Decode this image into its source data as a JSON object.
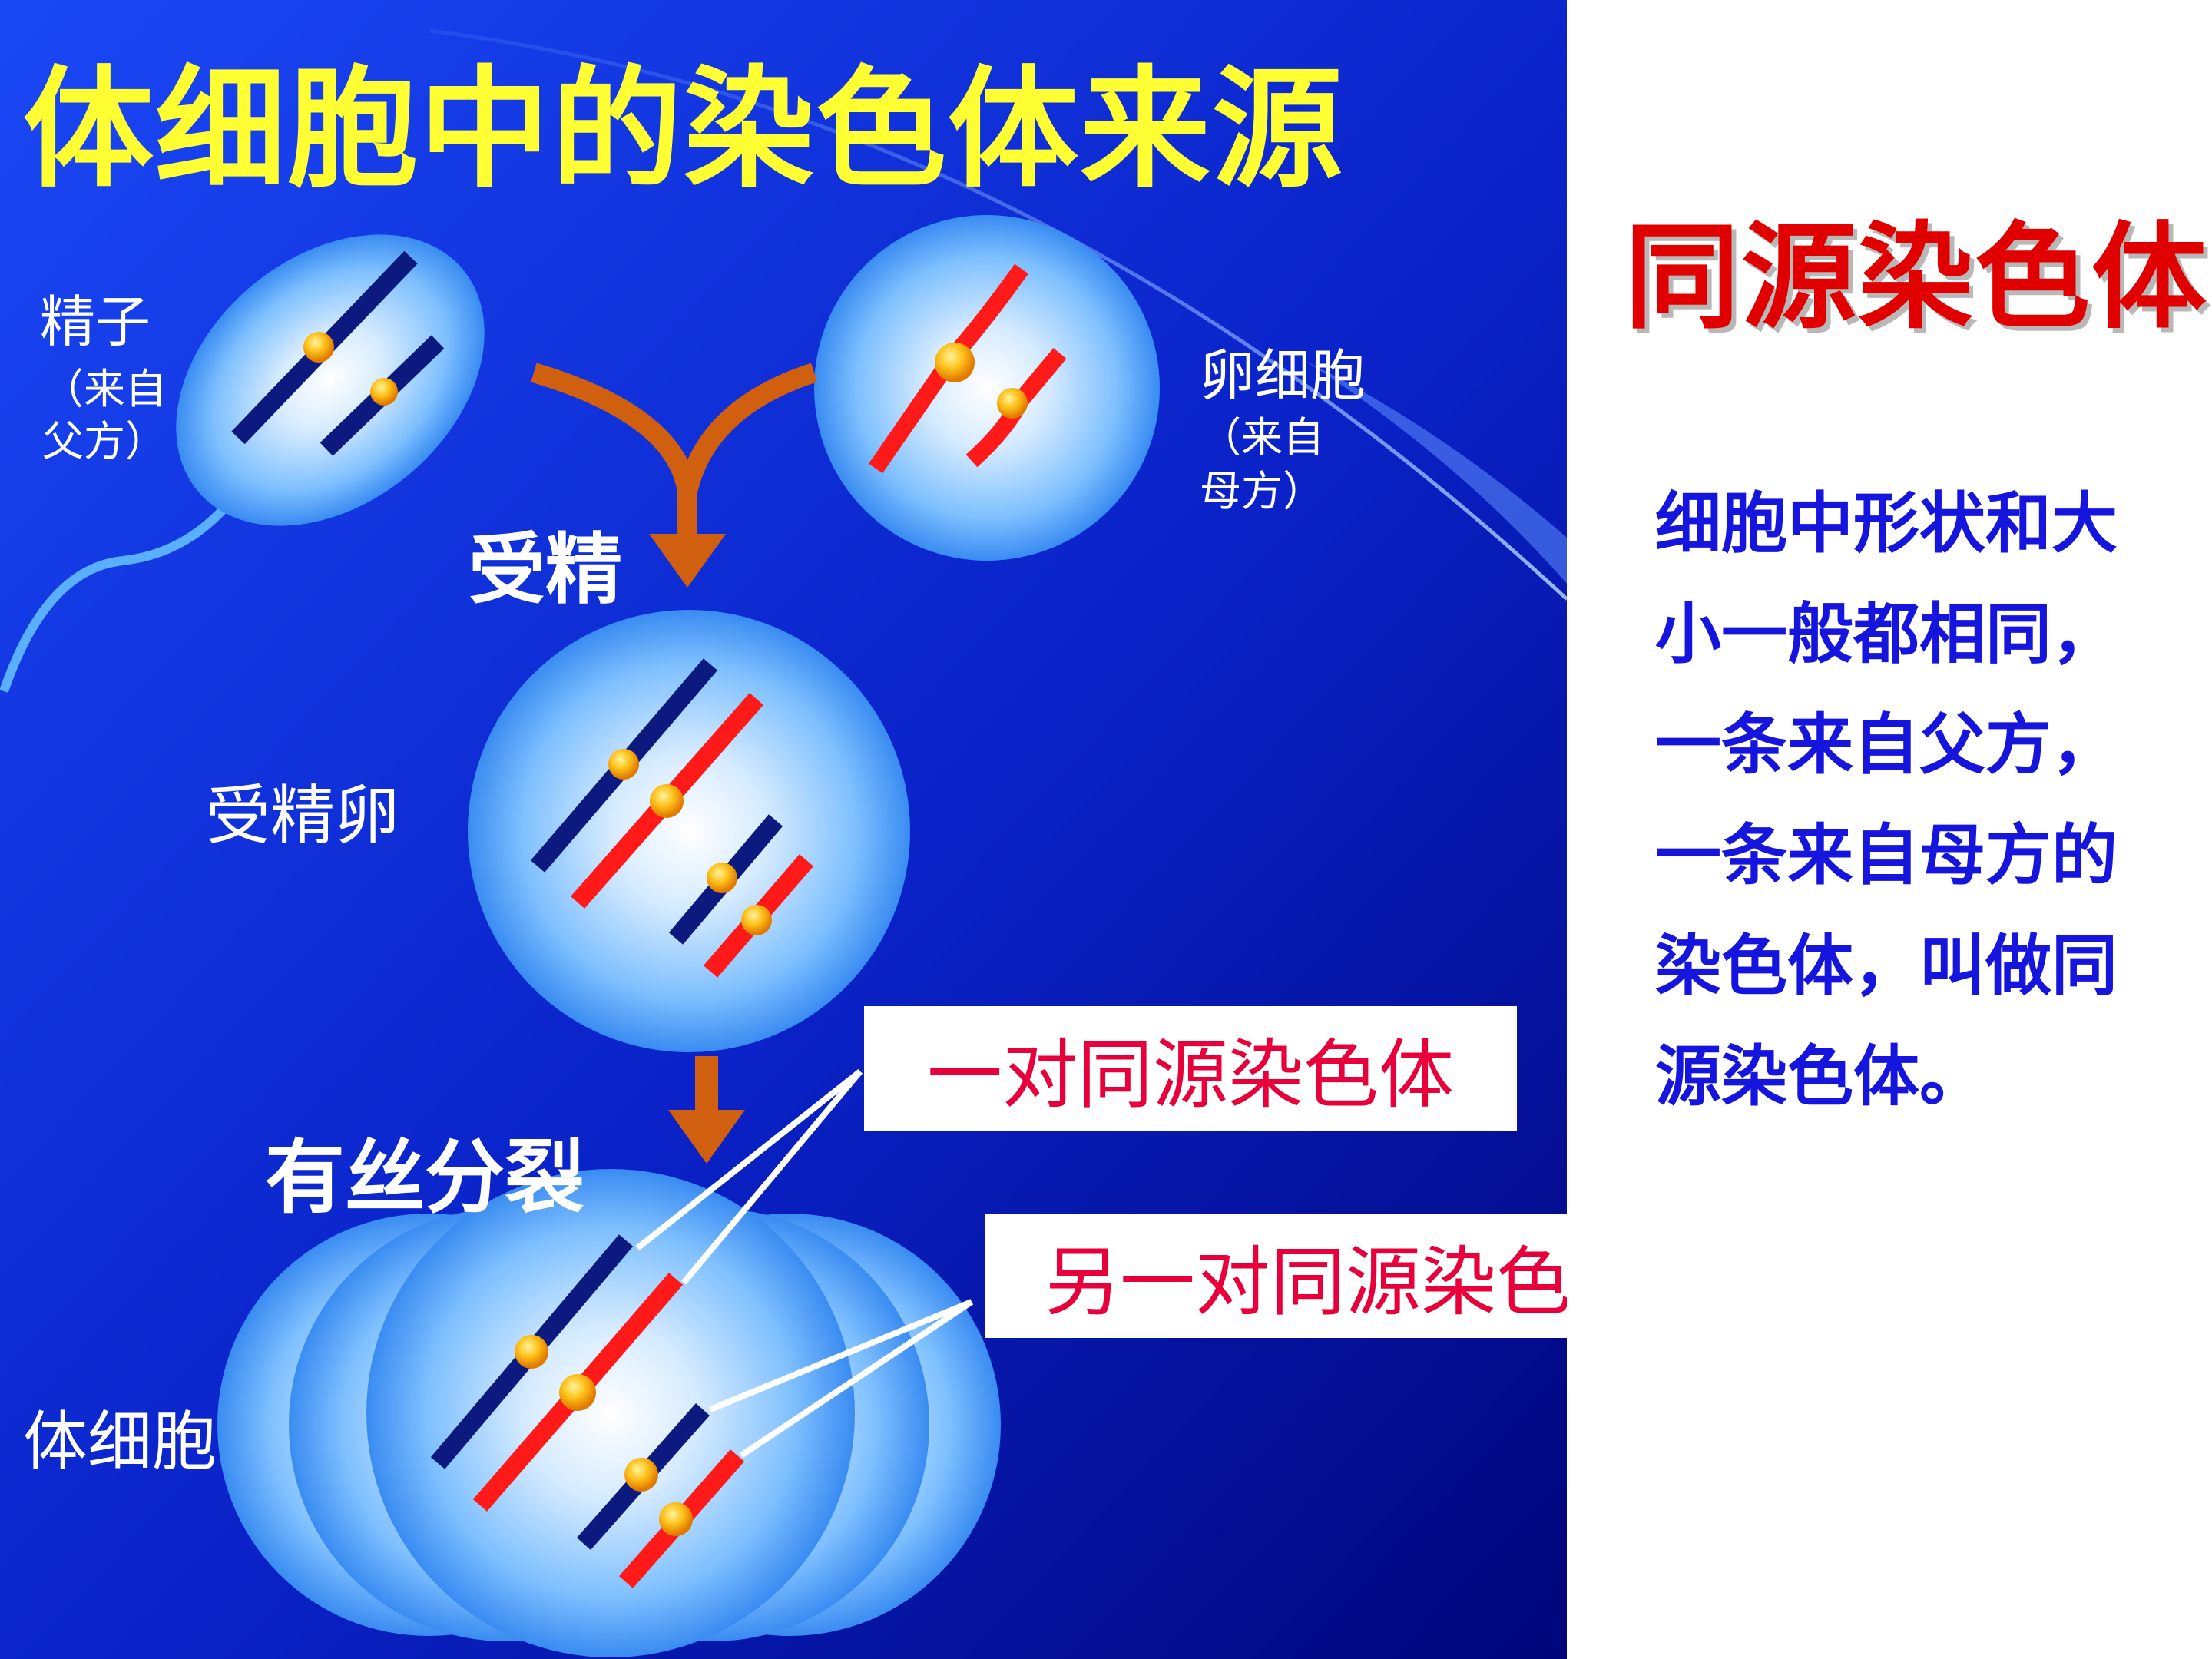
{
  "title": "体细胞中的染色体来源",
  "heading": "同源染色体",
  "description_lines": [
    "细胞中形状和大",
    "小一般都相同，",
    "一条来自父方，",
    "一条来自母方的",
    "染色体，叫做同",
    "源染色体。"
  ],
  "labels": {
    "sperm": "精子",
    "sperm_origin_1": "（来自",
    "sperm_origin_2": "父方）",
    "egg": "卵细胞",
    "egg_origin_1": "（来自",
    "egg_origin_2": "母方）",
    "fertilization": "受精",
    "zygote": "受精卵",
    "mitosis": "有丝分裂",
    "somatic_cell": "体细胞"
  },
  "callouts": {
    "pair_one": "一对同源染色体",
    "pair_two": "另一对同源染色体"
  },
  "colors": {
    "background_dark": "#000a8c",
    "background_light": "#1540f0",
    "title": "#ffff33",
    "paternal_chromosome": "#0c1a80",
    "maternal_chromosome": "#ff1a1a",
    "centromere": "#ffb820",
    "arrow": "#d06010",
    "heading": "#e00000",
    "description": "#1515dd",
    "callout_text": "#e8003a"
  }
}
